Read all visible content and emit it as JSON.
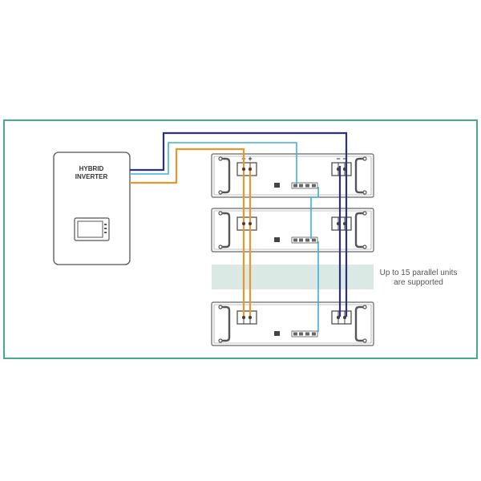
{
  "inverter": {
    "line1": "HYBRID",
    "line2": "INVERTER"
  },
  "note": {
    "line1": "Up to 15 parallel units",
    "line2": "are supported"
  },
  "terminals": {
    "positive": "+",
    "negative": "−"
  },
  "colors": {
    "frame": "#4aa88e",
    "positive_cable": "#e8962e",
    "negative_cable": "#2e2f7e",
    "comm_cable": "#3fb1d0",
    "outline": "#555555",
    "band": "#dbe9e4"
  }
}
